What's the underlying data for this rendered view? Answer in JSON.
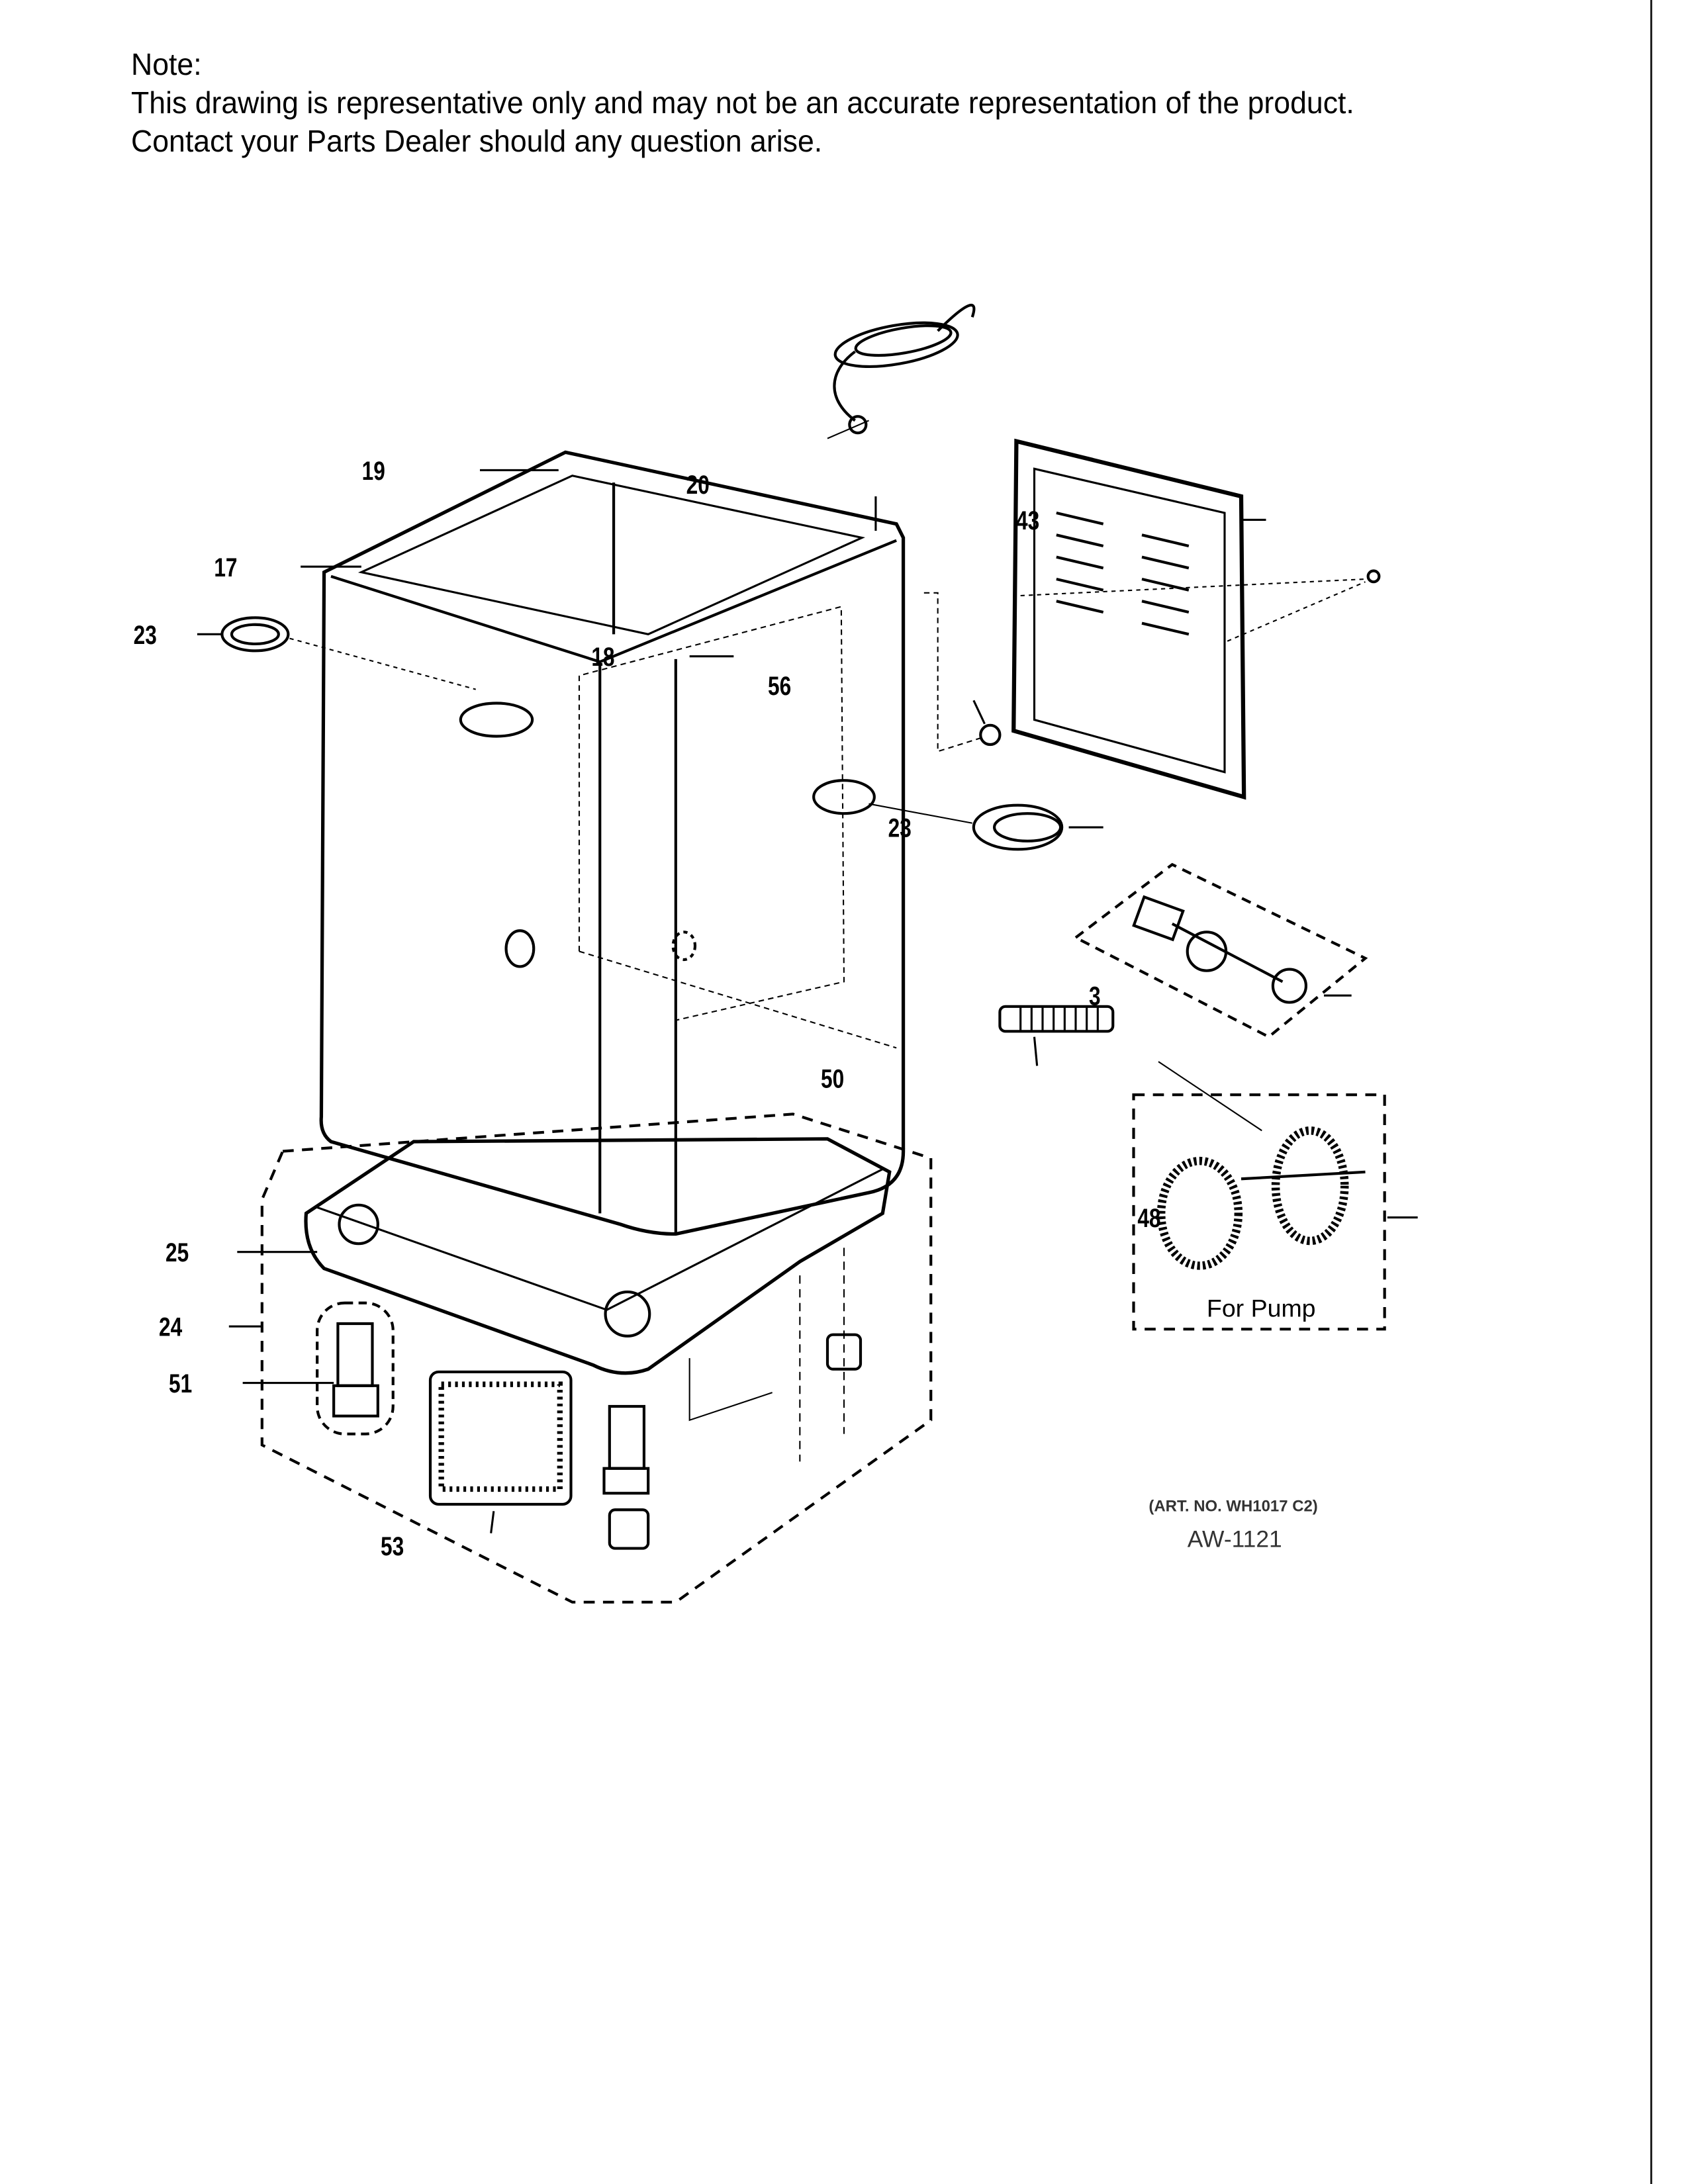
{
  "note": {
    "heading": "Note:",
    "line1": "This drawing is representative only and may not be an accurate representation of the product.",
    "line2": "Contact your Parts Dealer should any question arise."
  },
  "callouts": {
    "c19": "19",
    "c20": "20",
    "c17": "17",
    "c23a": "23",
    "c18": "18",
    "c43": "43",
    "c56": "56",
    "c23b": "23",
    "c3": "3",
    "c50": "50",
    "c48": "48",
    "c25": "25",
    "c24": "24",
    "c51": "51",
    "c53": "53"
  },
  "pump_label": "For Pump",
  "art_no": "(ART. NO. WH1017 C2)",
  "drawing_id": "AW-1121"
}
